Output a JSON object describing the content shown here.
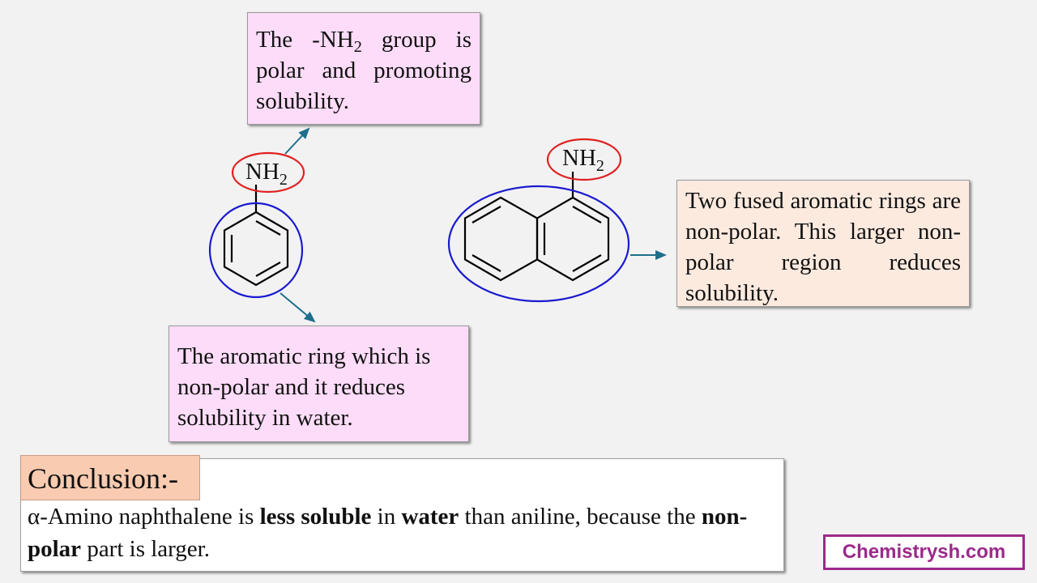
{
  "box_nh2": {
    "pre": "The -NH",
    "sub": "2",
    "post": " group is polar and promoting solubility."
  },
  "box_ring": {
    "text": "The aromatic ring which is non-polar and it reduces solubility in water."
  },
  "box_naph": {
    "text": "Two fused aromatic rings are non-polar. This larger non-polar region reduces solubility."
  },
  "aniline": {
    "group": "NH",
    "sub": "2"
  },
  "naphthylamine": {
    "group": "NH",
    "sub": "2"
  },
  "conclusion": {
    "label": "Conclusion:-",
    "t1": "α-Amino naphthalene is ",
    "b1": "less soluble",
    "t2": " in ",
    "b2": "water",
    "t3": " than aniline, because the ",
    "b3": "non-polar",
    "t4": " part is larger."
  },
  "logo": "Chemistrysh.com",
  "colors": {
    "polar_circle": "#e02020",
    "nonpolar_circle": "#1a1ad0",
    "arrow": "#1f6e8c",
    "pink_box": "#fcdcf8",
    "peach_box": "#fdeadf",
    "logo": "#9b2a8a"
  }
}
